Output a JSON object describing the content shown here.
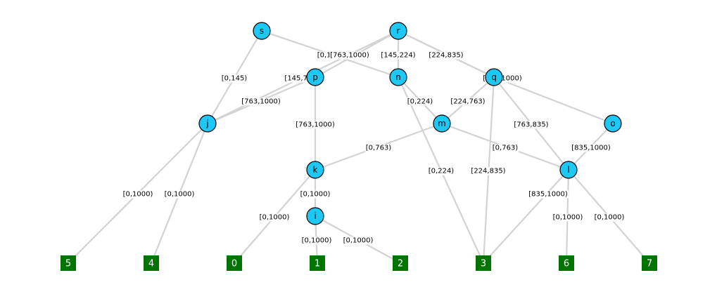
{
  "colors": {
    "node_fill": "#1ec8f5",
    "leaf_fill": "#007400",
    "edge": "#d3d3d3"
  },
  "nodes": [
    {
      "id": "s",
      "label": "s",
      "kind": "internal"
    },
    {
      "id": "r",
      "label": "r",
      "kind": "internal"
    },
    {
      "id": "p",
      "label": "p",
      "kind": "internal"
    },
    {
      "id": "n",
      "label": "n",
      "kind": "internal"
    },
    {
      "id": "q",
      "label": "q",
      "kind": "internal"
    },
    {
      "id": "j",
      "label": "j",
      "kind": "internal"
    },
    {
      "id": "m",
      "label": "m",
      "kind": "internal"
    },
    {
      "id": "o",
      "label": "o",
      "kind": "internal"
    },
    {
      "id": "k",
      "label": "k",
      "kind": "internal"
    },
    {
      "id": "l",
      "label": "l",
      "kind": "internal"
    },
    {
      "id": "i",
      "label": "i",
      "kind": "internal"
    },
    {
      "id": "5",
      "label": "5",
      "kind": "leaf"
    },
    {
      "id": "4",
      "label": "4",
      "kind": "leaf"
    },
    {
      "id": "0",
      "label": "0",
      "kind": "leaf"
    },
    {
      "id": "1",
      "label": "1",
      "kind": "leaf"
    },
    {
      "id": "2",
      "label": "2",
      "kind": "leaf"
    },
    {
      "id": "3",
      "label": "3",
      "kind": "leaf"
    },
    {
      "id": "6",
      "label": "6",
      "kind": "leaf"
    },
    {
      "id": "7",
      "label": "7",
      "kind": "leaf"
    }
  ],
  "edges": [
    {
      "from": "s",
      "to": "j",
      "label": "[0,145)"
    },
    {
      "from": "s",
      "to": "n",
      "label": "[0,145)"
    },
    {
      "from": "r",
      "to": "j",
      "label": "[763,1000)"
    },
    {
      "from": "r",
      "to": "p",
      "label": "[763,1000)"
    },
    {
      "from": "r",
      "to": "n",
      "label": "[145,224)"
    },
    {
      "from": "r",
      "to": "q",
      "label": "[224,835)"
    },
    {
      "from": "r",
      "to": "q",
      "label": "[835,1000)"
    },
    {
      "from": "p",
      "to": "j",
      "label": "[145,763)"
    },
    {
      "from": "p",
      "to": "k",
      "label": "[763,1000)"
    },
    {
      "from": "n",
      "to": "m",
      "label": "[0,224)"
    },
    {
      "from": "n",
      "to": "3",
      "label": "[0,224)"
    },
    {
      "from": "q",
      "to": "m",
      "label": "[224,763)"
    },
    {
      "from": "q",
      "to": "l",
      "label": "[763,835)"
    },
    {
      "from": "q",
      "to": "o",
      "label": "[835,1000)"
    },
    {
      "from": "q",
      "to": "3",
      "label": "[224,835)"
    },
    {
      "from": "m",
      "to": "k",
      "label": "[0,763)"
    },
    {
      "from": "m",
      "to": "l",
      "label": "[0,763)"
    },
    {
      "from": "o",
      "to": "l",
      "label": "[835,1000)"
    },
    {
      "from": "j",
      "to": "5",
      "label": "[0,1000)"
    },
    {
      "from": "j",
      "to": "4",
      "label": "[0,1000)"
    },
    {
      "from": "k",
      "to": "i",
      "label": "[0,1000)"
    },
    {
      "from": "k",
      "to": "0",
      "label": "[0,1000)"
    },
    {
      "from": "i",
      "to": "1",
      "label": "[0,1000)"
    },
    {
      "from": "i",
      "to": "2",
      "label": "[0,1000)"
    },
    {
      "from": "l",
      "to": "3",
      "label": "[835,1000)"
    },
    {
      "from": "l",
      "to": "6",
      "label": "[0,1000)"
    },
    {
      "from": "l",
      "to": "7",
      "label": "[0,1000)"
    }
  ]
}
